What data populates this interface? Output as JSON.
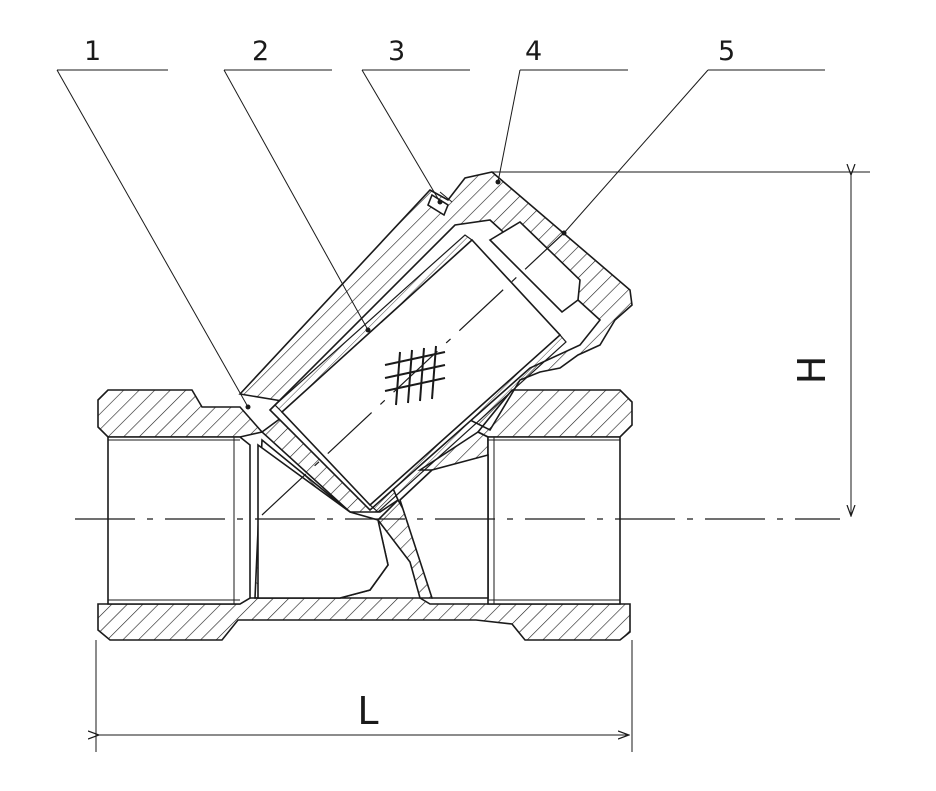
{
  "callouts": [
    {
      "label": "1"
    },
    {
      "label": "2"
    },
    {
      "label": "3"
    },
    {
      "label": "4"
    },
    {
      "label": "5"
    }
  ],
  "dimensions": {
    "length_label": "L",
    "height_label": "H"
  },
  "colors": {
    "line": "#1a1a1a",
    "background": "#ffffff"
  }
}
